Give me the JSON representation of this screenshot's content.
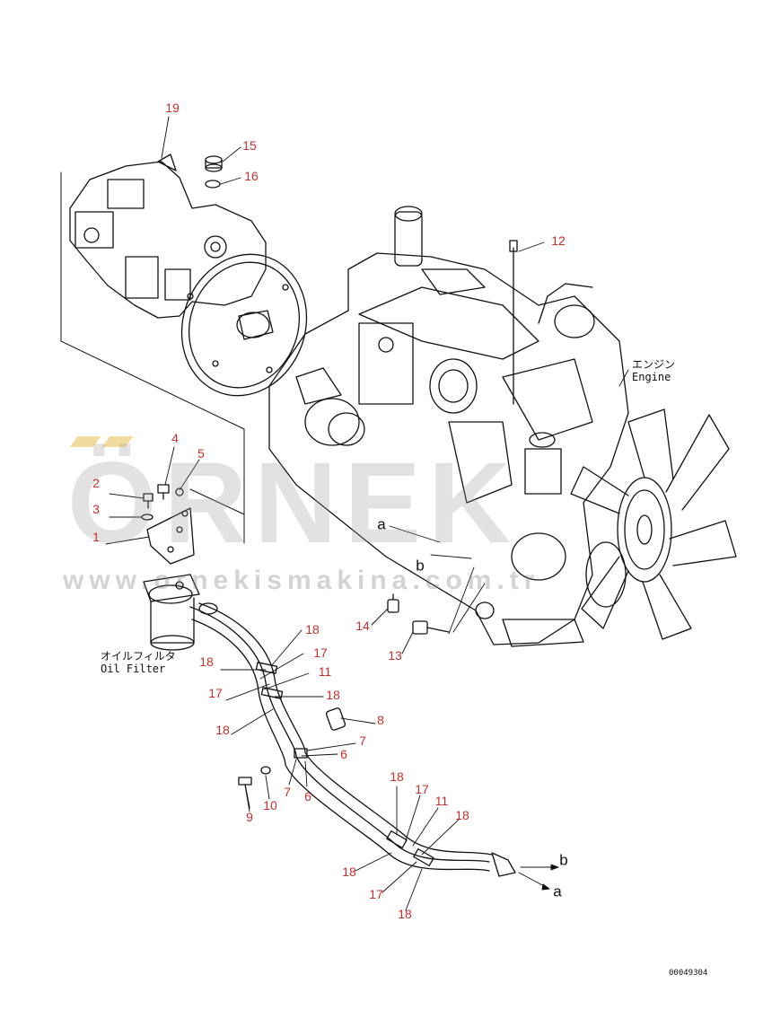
{
  "callouts": [
    "19",
    "15",
    "16",
    "12",
    "4",
    "5",
    "2",
    "3",
    "1",
    "14",
    "13",
    "18",
    "17",
    "18",
    "11",
    "17",
    "18",
    "18",
    "8",
    "7",
    "6",
    "7",
    "6",
    "9",
    "10",
    "18",
    "17",
    "11",
    "18",
    "18",
    "17",
    "18"
  ],
  "refs": {
    "a_top": "a",
    "b_top": "b",
    "b_bottom": "b",
    "a_bottom": "a"
  },
  "labels": {
    "engine_jp": "エンジン",
    "engine_en": "Engine",
    "oil_filter_jp": "オイルフィルタ",
    "oil_filter_en": "Oil Filter"
  },
  "drawing_code": "00049304",
  "watermark": {
    "brand": "ÖRNEK",
    "url": "www.ornekismakina.com.tr"
  },
  "colors": {
    "callout": "#c8302c",
    "line": "#111111",
    "watermark": "#969696"
  }
}
